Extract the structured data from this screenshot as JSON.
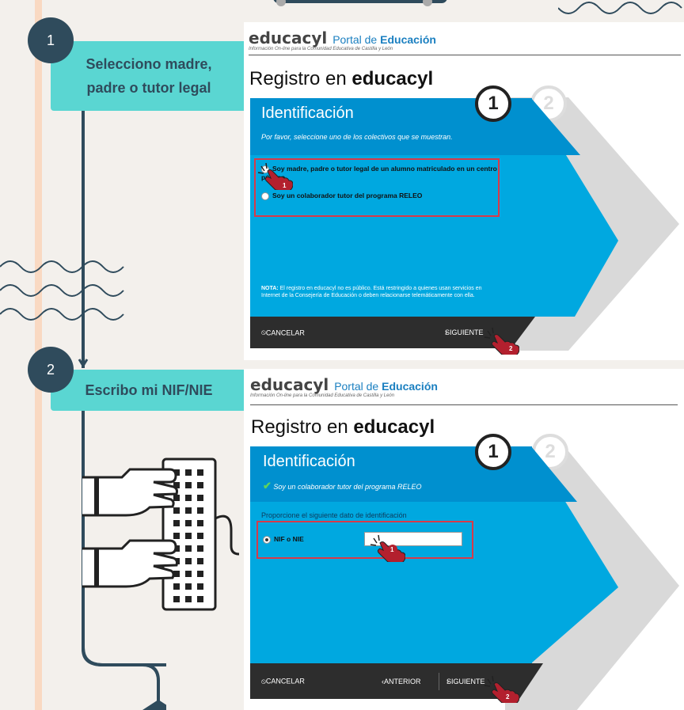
{
  "steps": [
    {
      "number": "1",
      "label": "Selecciono madre, padre o tutor legal"
    },
    {
      "number": "2",
      "label": "Escribo mi NIF/NIE"
    }
  ],
  "portal": {
    "brand": "educacyl",
    "portal_word": "Portal de",
    "portal_bold": "Educación",
    "tagline": "Información On-line para la Comunidad Educativa de Castilla y León",
    "register_prefix": "Registro en",
    "register_bold": "educacyl"
  },
  "panel1": {
    "card_title": "Identificación",
    "card_subtitle": "Por favor, seleccione uno de los colectivos que se muestran.",
    "options": [
      "Soy madre, padre o tutor legal de un alumno matriculado en un centro público",
      "Soy un colaborador tutor del programa RELEO"
    ],
    "note_label": "NOTA:",
    "note_text": "El registro en educacyl no es público. Está restringido a quienes usan servicios en Internet de la Consejería de Educación o deben relacionarse telemáticamente con ella.",
    "cancel": "CANCELAR",
    "next": "SIGUIENTE",
    "wizard_steps": [
      "1",
      "2"
    ],
    "hand_badges": [
      "1",
      "2"
    ]
  },
  "panel2": {
    "card_title": "Identificación",
    "selected_label": "Soy un colaborador tutor del programa RELEO",
    "prompt": "Proporcione el siguiente dato de identificación",
    "field_label": "NIF o NIE",
    "field_value": "",
    "cancel": "CANCELAR",
    "previous": "ANTERIOR",
    "next": "SIGUIENTE",
    "wizard_steps": [
      "1",
      "2"
    ],
    "hand_badges": [
      "1",
      "2"
    ]
  },
  "colors": {
    "timeline": "#2f4b5c",
    "step_box": "#5ad6d2",
    "card_blue": "#00a8e0",
    "card_head": "#0090cf",
    "highlight": "#d93a48",
    "hand_red": "#b3202e"
  }
}
